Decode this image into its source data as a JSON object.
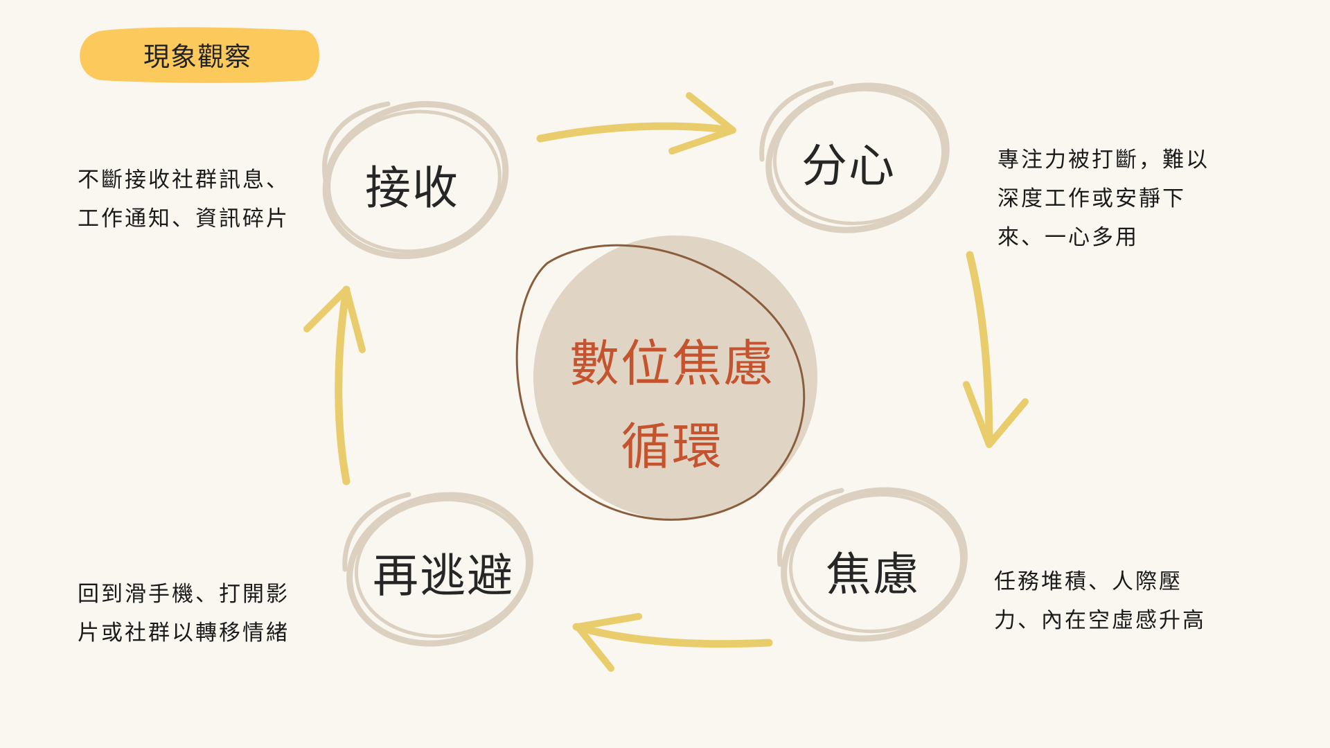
{
  "badge": "現象觀察",
  "center": {
    "line1": "數位焦慮",
    "line2": "循環"
  },
  "nodes": {
    "receive": {
      "label": "接收",
      "desc": [
        "不斷接收社群訊息、",
        "工作通知、資訊碎片"
      ]
    },
    "distract": {
      "label": "分心",
      "desc": [
        "專注力被打斷，難以",
        "深度工作或安靜下",
        "來、一心多用"
      ]
    },
    "anxiety": {
      "label": "焦慮",
      "desc": [
        "任務堆積、人際壓",
        "力、內在空虛感升高"
      ]
    },
    "escape": {
      "label": "再逃避",
      "desc": [
        "回到滑手機、打開影",
        "片或社群以轉移情緒"
      ]
    }
  },
  "colors": {
    "background": "#f9f7f0",
    "badge": "#fcc95c",
    "center_fill": "#e0d4c4",
    "center_outline": "#8a5e3c",
    "center_text": "#c4532e",
    "node_ring": "#dcd1c1",
    "arrow": "#e9cd6c",
    "text": "#1a1a1a"
  }
}
